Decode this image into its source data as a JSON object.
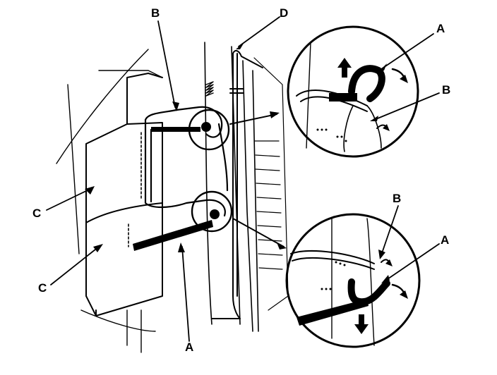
{
  "callouts": {
    "b_top": "B",
    "d_top": "D",
    "a_zoom1": "A",
    "b_zoom1": "B",
    "c_mid": "C",
    "c_low": "C",
    "b_zoom2": "B",
    "a_zoom2": "A",
    "a_bottom": "A"
  },
  "colors": {
    "ink": "#000000",
    "paper": "#ffffff"
  }
}
